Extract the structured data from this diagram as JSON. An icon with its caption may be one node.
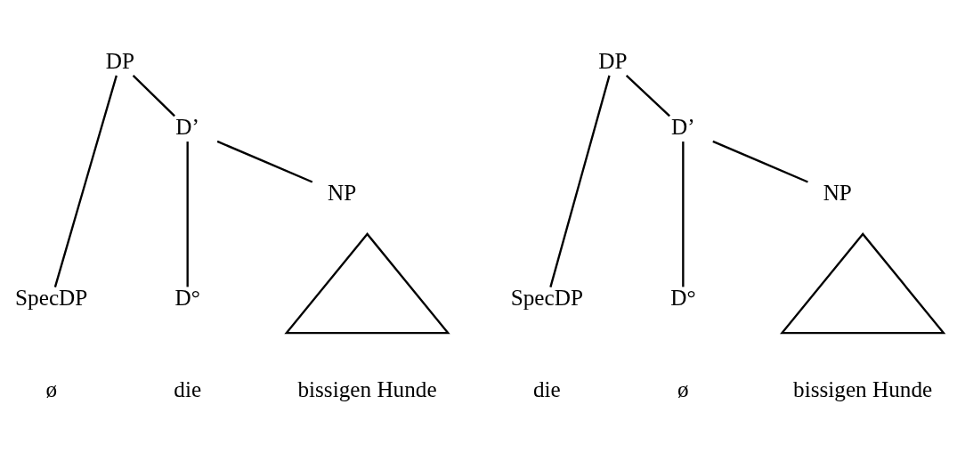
{
  "diagram": {
    "nodes": [
      {
        "text": [
          "DP"
        ]
      },
      {
        "text": [
          "D’"
        ]
      },
      {
        "text": [
          "NP"
        ]
      },
      {
        "text": [
          "SpecDP"
        ],
        "beside": [
          "ø"
        ]
      },
      {
        "text": [
          "D°"
        ],
        "beside": [
          "die"
        ]
      },
      {
        "text": [],
        "shape": "triangle",
        "beside": [
          "bissigen Hunde"
        ]
      },
      {
        "text": [
          "DP"
        ]
      },
      {
        "text": [
          "D’"
        ]
      },
      {
        "text": [
          "NP"
        ]
      },
      {
        "text": [
          "SpecDP"
        ],
        "beside": [
          "die"
        ]
      },
      {
        "text": [
          "D°"
        ],
        "beside": [
          "ø"
        ]
      },
      {
        "text": [],
        "shape": "triangle",
        "beside": [
          "bissigen Hunde"
        ]
      }
    ],
    "edges": [
      {
        "from": 0,
        "to": 3,
        "arrow": "none"
      },
      {
        "from": 0,
        "to": 1,
        "arrow": "none"
      },
      {
        "from": 1,
        "to": 4,
        "arrow": "none"
      },
      {
        "from": 1,
        "to": 2,
        "arrow": "none"
      },
      {
        "from": 6,
        "to": 9,
        "arrow": "none"
      },
      {
        "from": 6,
        "to": 7,
        "arrow": "none"
      },
      {
        "from": 7,
        "to": 10,
        "arrow": "none"
      },
      {
        "from": 7,
        "to": 8,
        "arrow": "none"
      }
    ]
  }
}
